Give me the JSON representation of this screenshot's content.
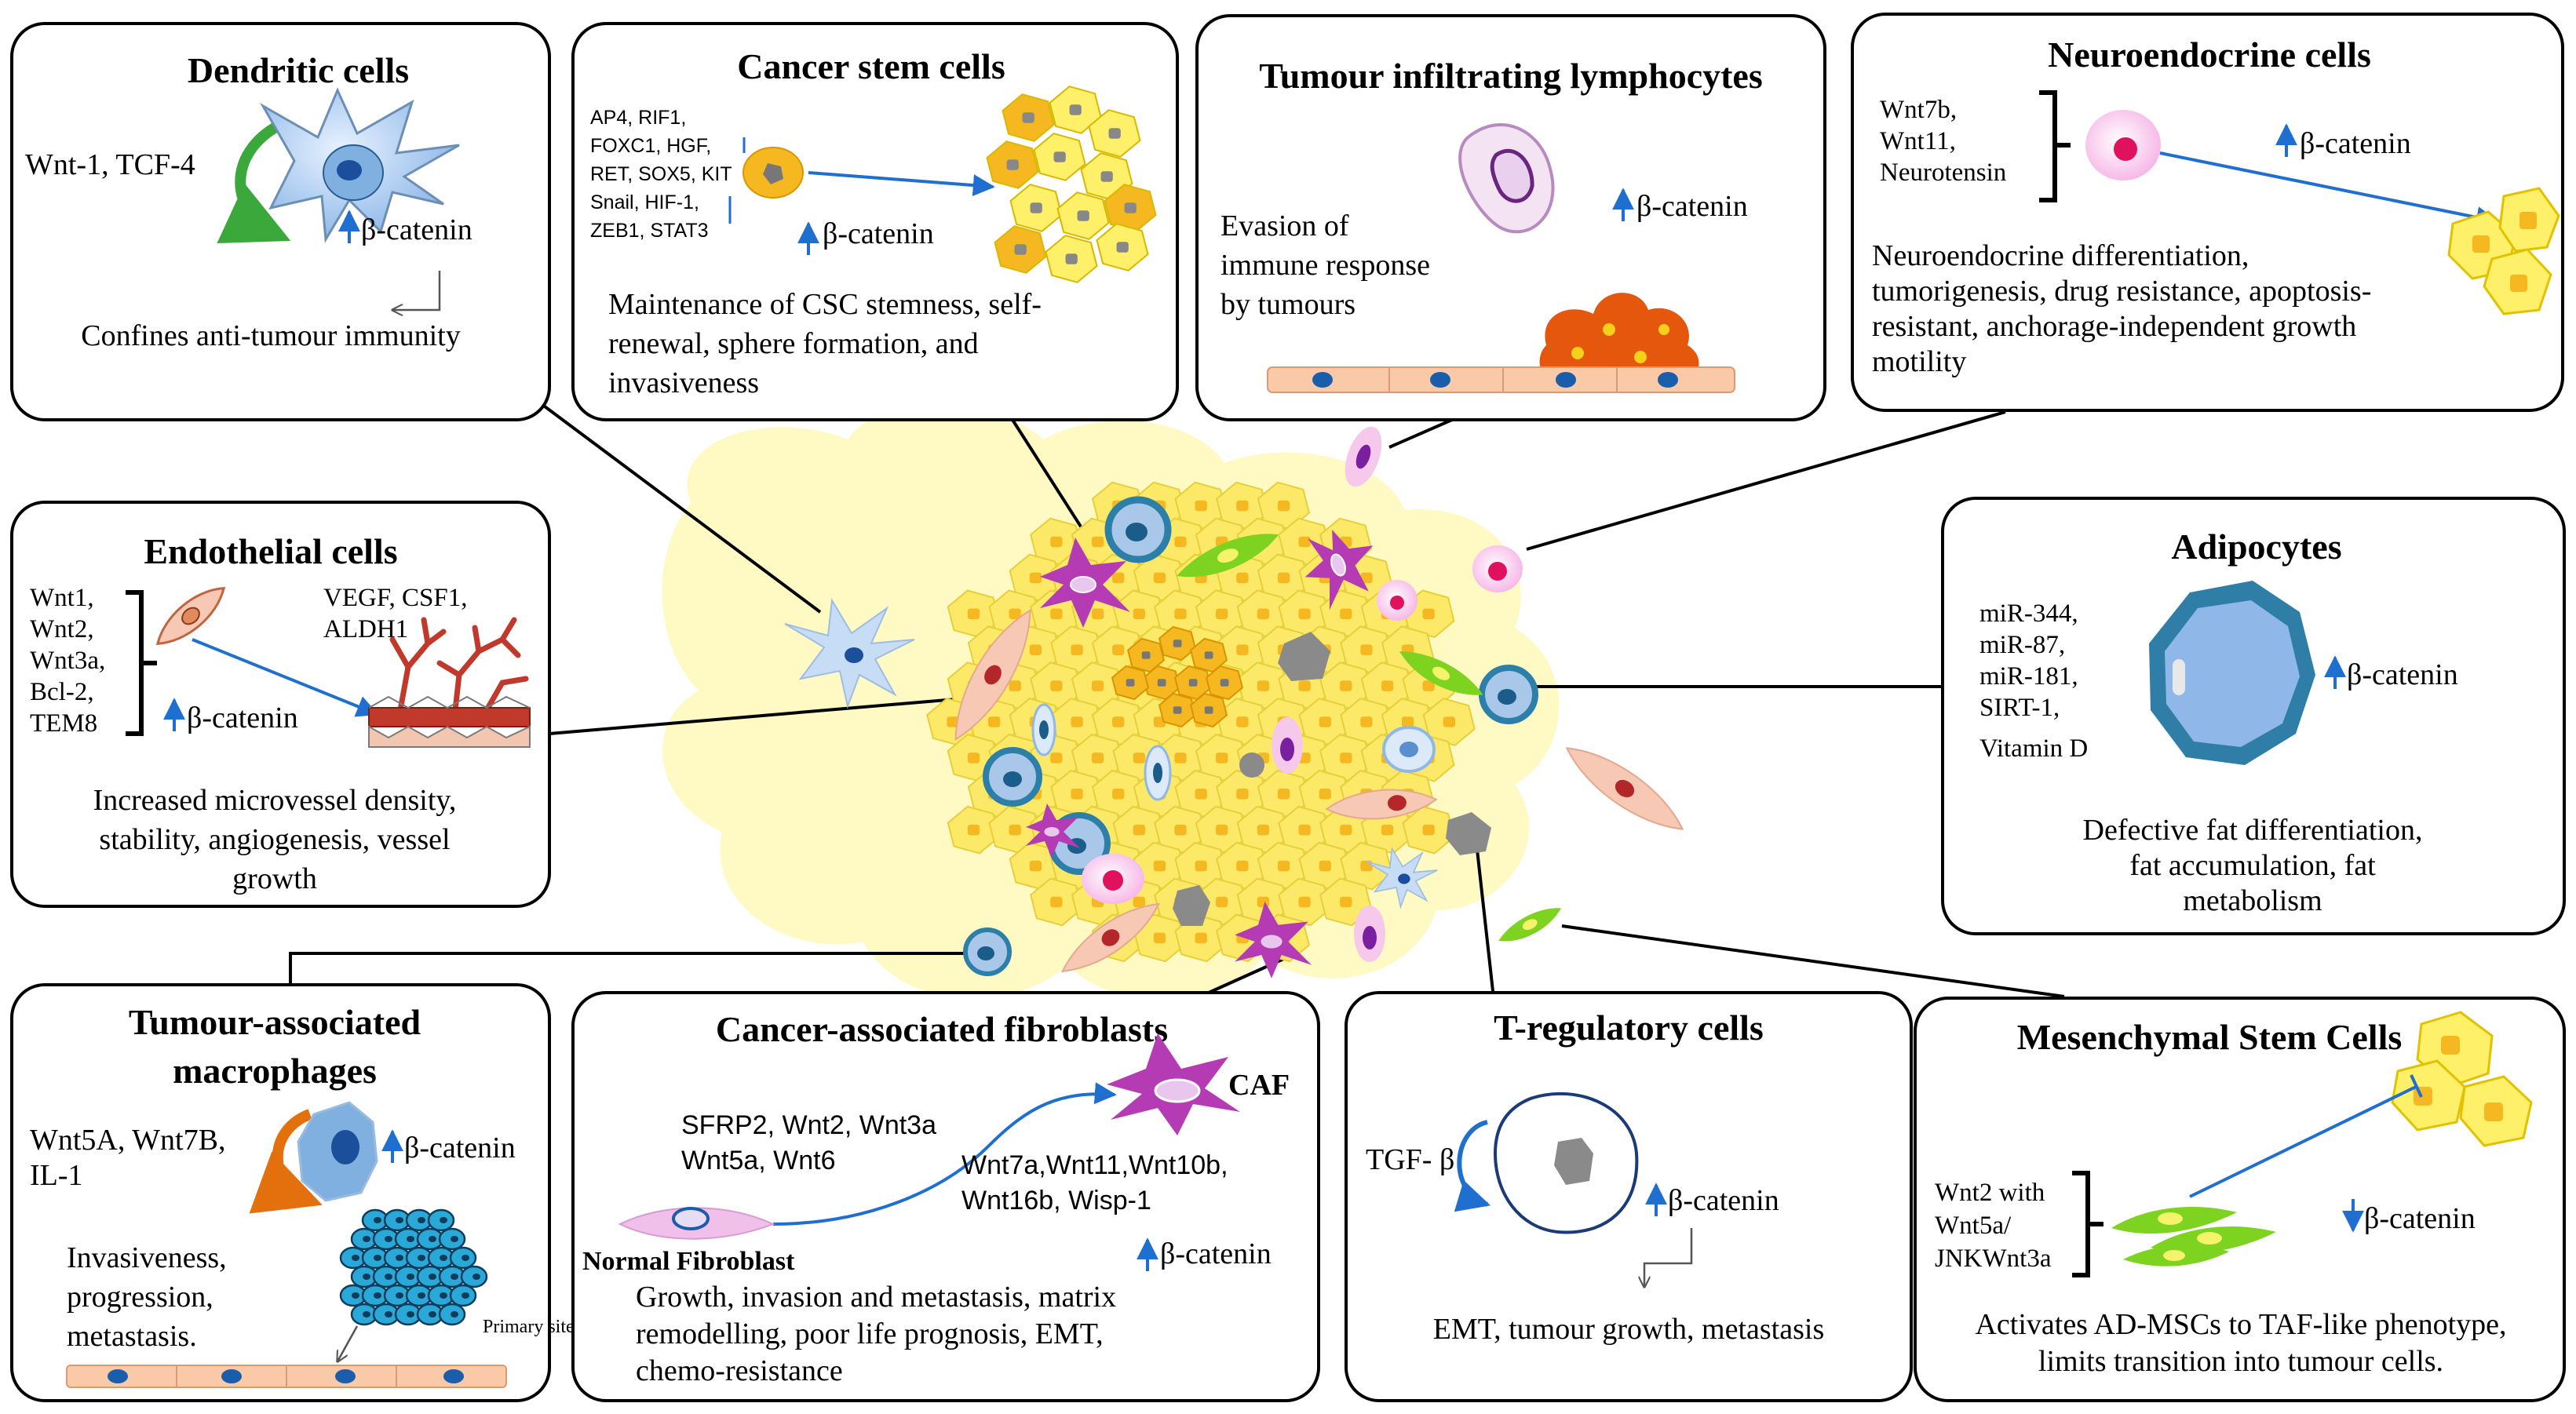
{
  "colors": {
    "tumour_bg": "#fff9c4",
    "cell_yellow": "#fde968",
    "cell_nucleus": "#f6b820",
    "accent_blue": "#1f6fd1",
    "purple_caf": "#b43bb4",
    "teal": "#3a8fb5",
    "green": "#7ed321",
    "orange": "#e4570d"
  },
  "beta_catenin": "β-catenin",
  "panels": {
    "dendritic": {
      "title": "Dendritic cells",
      "factors": "Wnt-1, TCF-4",
      "outcome": "Confines anti-tumour immunity"
    },
    "csc": {
      "title": "Cancer stem cells",
      "factors": [
        "AP4, RIF1,",
        "FOXC1, HGF,",
        "RET, SOX5, KIT",
        "Snail, HIF-1,",
        "ZEB1, STAT3"
      ],
      "outcome": [
        "Maintenance of CSC stemness, self-",
        "renewal, sphere formation, and",
        "invasiveness"
      ]
    },
    "til": {
      "title": "Tumour infiltrating lymphocytes",
      "outcome": [
        "Evasion of",
        "immune response",
        "by tumours"
      ]
    },
    "neuro": {
      "title": "Neuroendocrine cells",
      "factors": [
        "Wnt7b,",
        "Wnt11,",
        "Neurotensin"
      ],
      "outcome": [
        "Neuroendocrine differentiation,",
        "tumorigenesis, drug resistance, apoptosis-",
        "resistant, anchorage-independent growth",
        "motility"
      ]
    },
    "endothelial": {
      "title": "Endothelial cells",
      "factors": [
        "Wnt1,",
        "Wnt2,",
        "Wnt3a,",
        "Bcl-2,",
        "TEM8"
      ],
      "targets": [
        "VEGF, CSF1,",
        "ALDH1"
      ],
      "outcome": [
        "Increased microvessel density,",
        "stability, angiogenesis, vessel",
        "growth"
      ]
    },
    "adipocytes": {
      "title": "Adipocytes",
      "factors": [
        "miR-344,",
        "miR-87,",
        "miR-181,",
        "SIRT-1,",
        "Vitamin D"
      ],
      "outcome": [
        "Defective fat differentiation,",
        "fat accumulation, fat",
        "metabolism"
      ]
    },
    "tam": {
      "title": [
        "Tumour-associated",
        "macrophages"
      ],
      "factors": [
        "Wnt5A, Wnt7B,",
        "IL-1"
      ],
      "outcome": [
        "Invasiveness,",
        "progression,",
        "metastasis."
      ],
      "site_label": "Primary site"
    },
    "caf": {
      "title": "Cancer-associated fibroblasts",
      "caf_label": "CAF",
      "factors_in": [
        "SFRP2, Wnt2, Wnt3a",
        "Wnt5a, Wnt6"
      ],
      "factors_out": [
        "Wnt7a,Wnt11,Wnt10b,",
        "Wnt16b, Wisp-1"
      ],
      "normal_label": "Normal Fibroblast",
      "outcome": [
        "Growth, invasion and metastasis, matrix",
        "remodelling, poor life prognosis, EMT,",
        "chemo-resistance"
      ]
    },
    "treg": {
      "title": "T-regulatory cells",
      "factors": "TGF- β",
      "outcome": "EMT, tumour growth, metastasis"
    },
    "msc": {
      "title": "Mesenchymal Stem Cells",
      "factors": [
        "Wnt2 with",
        "Wnt5a/",
        "JNKWnt3a"
      ],
      "outcome": [
        "Activates AD-MSCs to TAF-like phenotype,",
        "limits transition into tumour cells."
      ]
    }
  }
}
